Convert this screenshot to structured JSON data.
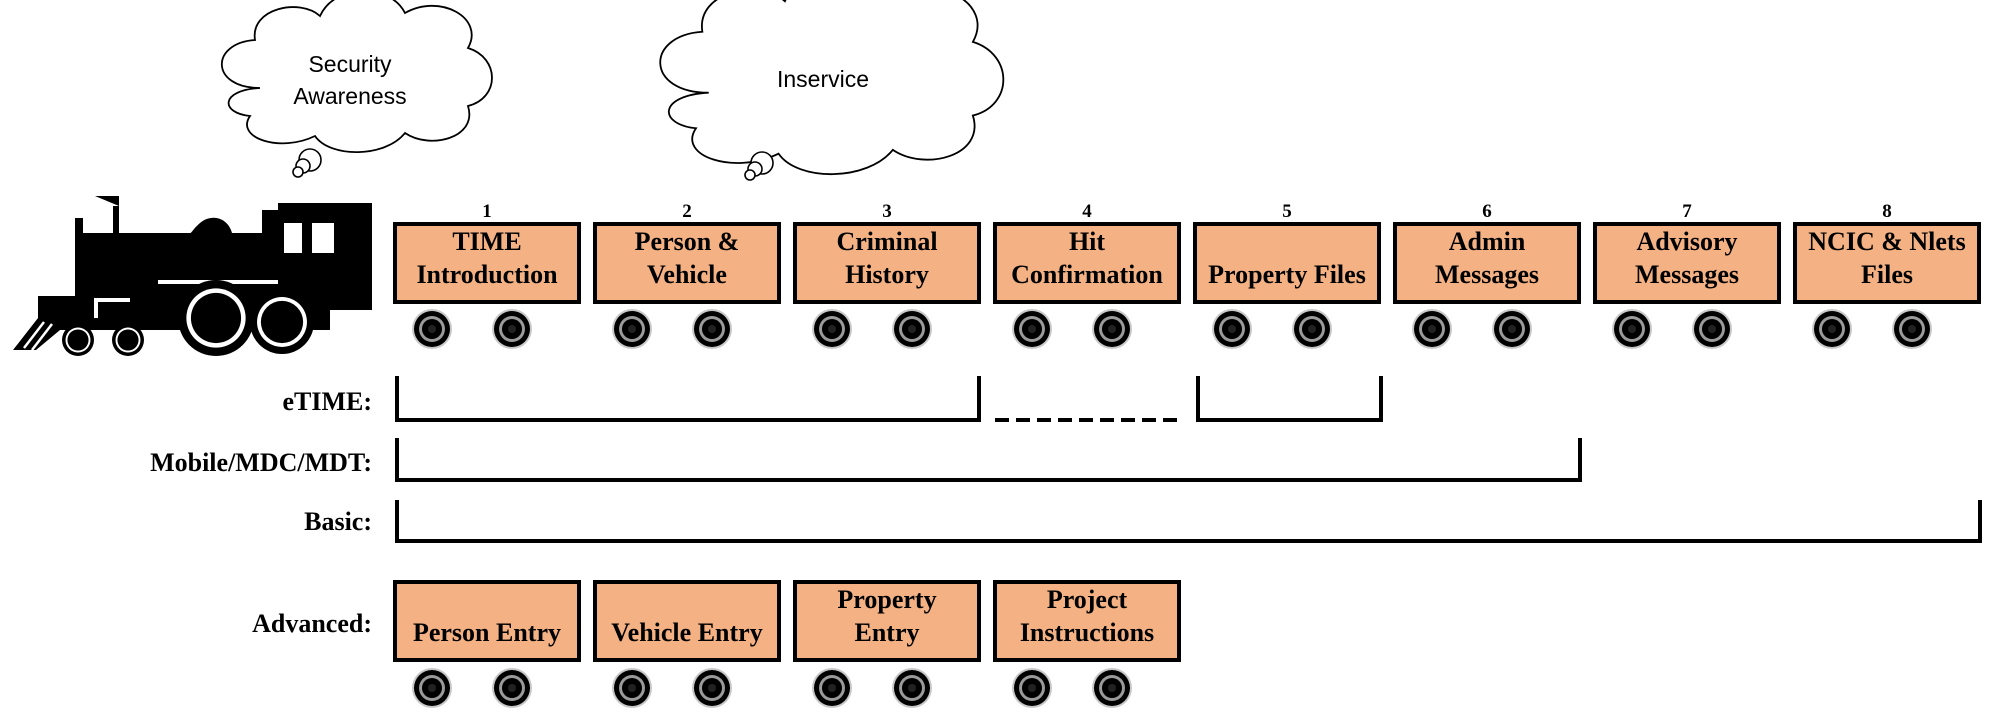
{
  "clouds": [
    {
      "lines": [
        "Security",
        "Awareness"
      ]
    },
    {
      "lines": [
        "Inservice"
      ]
    }
  ],
  "cars": [
    {
      "number": "1",
      "lines": [
        "TIME",
        "Introduction"
      ]
    },
    {
      "number": "2",
      "lines": [
        "Person &",
        "Vehicle"
      ]
    },
    {
      "number": "3",
      "lines": [
        "Criminal",
        "History"
      ]
    },
    {
      "number": "4",
      "lines": [
        "Hit",
        "Confirmation"
      ]
    },
    {
      "number": "5",
      "lines": [
        "Property Files"
      ]
    },
    {
      "number": "6",
      "lines": [
        "Admin",
        "Messages"
      ]
    },
    {
      "number": "7",
      "lines": [
        "Advisory",
        "Messages"
      ]
    },
    {
      "number": "8",
      "lines": [
        "NCIC & Nlets",
        "Files"
      ]
    }
  ],
  "tracks": [
    {
      "label": "eTIME:"
    },
    {
      "label": "Mobile/MDC/MDT:"
    },
    {
      "label": "Basic:"
    }
  ],
  "advanced": {
    "label": "Advanced:",
    "cars": [
      {
        "lines": [
          "Person Entry"
        ]
      },
      {
        "lines": [
          "Vehicle Entry"
        ]
      },
      {
        "lines": [
          "Property",
          "Entry"
        ]
      },
      {
        "lines": [
          "Project",
          "Instructions"
        ]
      }
    ]
  },
  "colors": {
    "car_fill": "#f4b183",
    "outline": "#000000"
  }
}
